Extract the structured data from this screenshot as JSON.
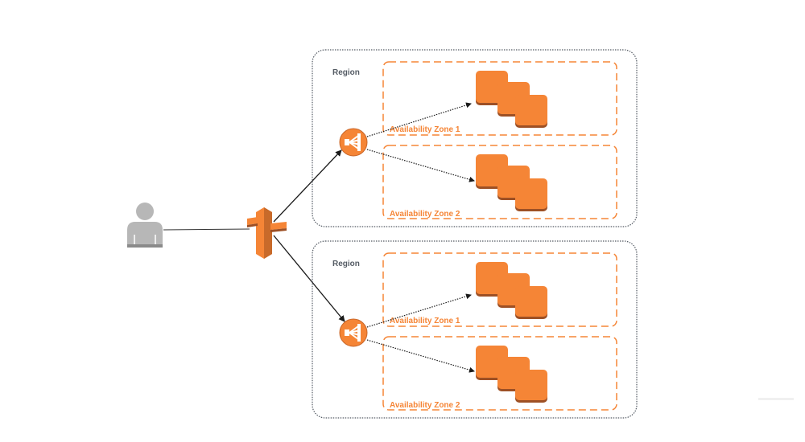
{
  "diagram": {
    "title": "",
    "colors": {
      "accent_orange": "#f58536",
      "orange_shadow": "#9d5025",
      "user_gray": "#b7b7b7",
      "region_border": "#545b64",
      "arrow": "#1a1a1a"
    },
    "user": {
      "icon": "user-icon"
    },
    "dns": {
      "icon": "route53-signpost-icon"
    },
    "regions": [
      {
        "label": "Region",
        "load_balancer_icon": "elastic-load-balancer-icon",
        "zones": [
          {
            "label": "Availability Zone 1",
            "instances_icon": "ec2-instances-icon"
          },
          {
            "label": "Availability Zone 2",
            "instances_icon": "ec2-instances-icon"
          }
        ]
      },
      {
        "label": "Region",
        "load_balancer_icon": "elastic-load-balancer-icon",
        "zones": [
          {
            "label": "Availability Zone 1",
            "instances_icon": "ec2-instances-icon"
          },
          {
            "label": "Availability Zone 2",
            "instances_icon": "ec2-instances-icon"
          }
        ]
      }
    ]
  }
}
